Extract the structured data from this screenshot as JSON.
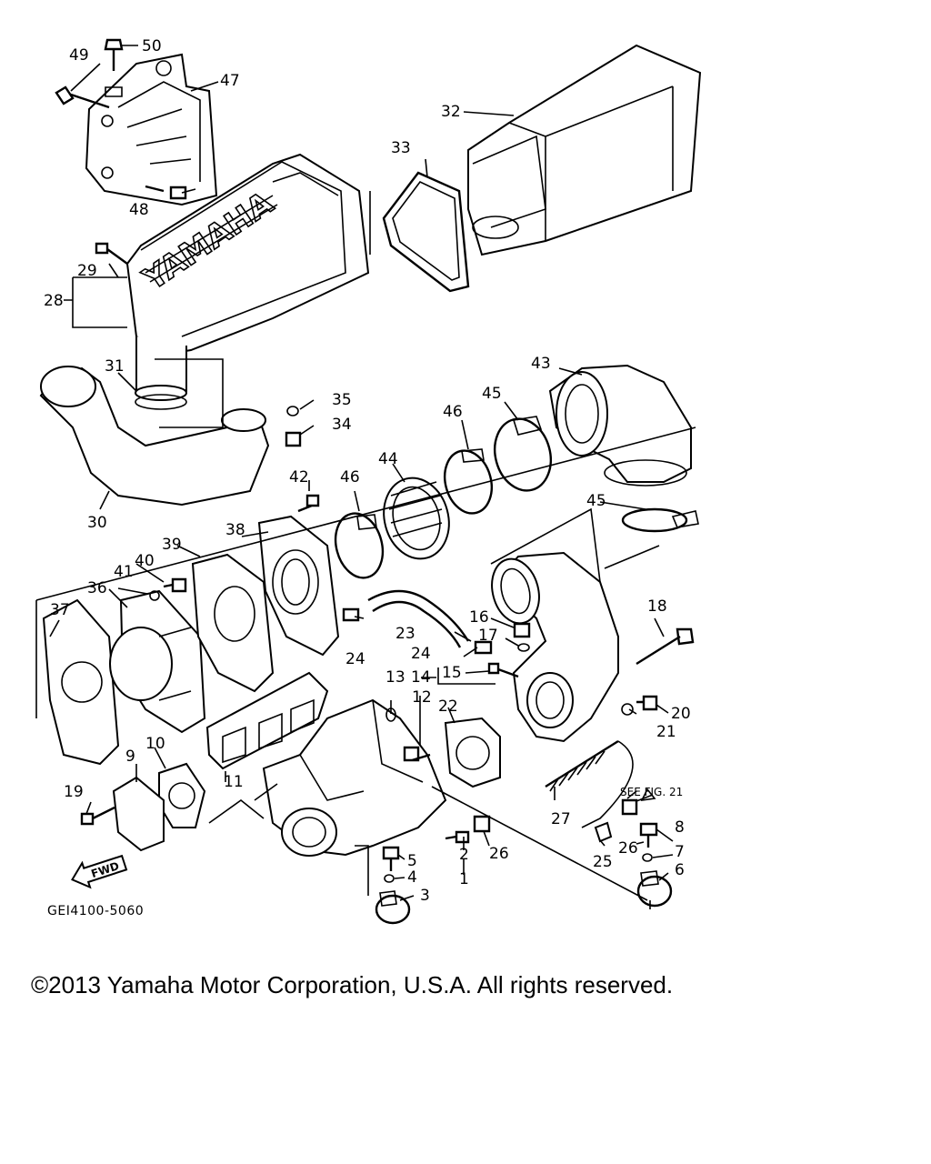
{
  "diagram": {
    "brand_logo": "YAMAHA",
    "fwd_marker": "FWD",
    "see_fig_note": "SEE FIG. 21",
    "drawing_code": "GEI4100-5060",
    "callouts": [
      "1",
      "2",
      "3",
      "4",
      "5",
      "6",
      "7",
      "8",
      "9",
      "10",
      "11",
      "12",
      "13",
      "14",
      "15",
      "16",
      "17",
      "18",
      "19",
      "20",
      "21",
      "22",
      "23",
      "24",
      "24",
      "25",
      "26",
      "26",
      "27",
      "28",
      "29",
      "30",
      "31",
      "32",
      "33",
      "34",
      "35",
      "36",
      "37",
      "38",
      "39",
      "40",
      "41",
      "42",
      "43",
      "44",
      "45",
      "45",
      "46",
      "46",
      "47",
      "48",
      "49",
      "50"
    ]
  },
  "copyright": "©2013 Yamaha Motor Corporation, U.S.A. All rights reserved."
}
